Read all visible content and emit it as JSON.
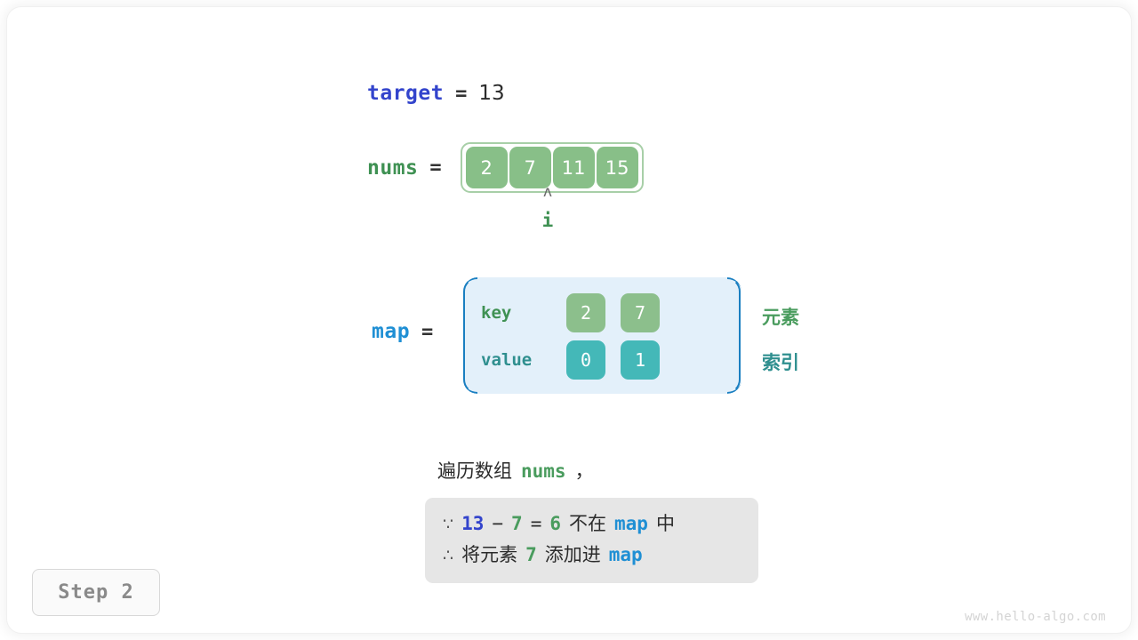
{
  "watermark": "www.hello-algo.com",
  "step_badge": {
    "label": "Step 2"
  },
  "target": {
    "name": "target",
    "equals": "=",
    "value": "13"
  },
  "nums": {
    "name": "nums",
    "equals": "=",
    "cells": [
      "2",
      "7",
      "11",
      "15"
    ],
    "pointer": {
      "caret": "ʌ",
      "name": "i",
      "index": 1
    }
  },
  "map": {
    "name": "map",
    "equals": "=",
    "key_row_label": "key",
    "value_row_label": "value",
    "keys": [
      "2",
      "7"
    ],
    "values": [
      "0",
      "1"
    ],
    "side_labels": {
      "element": "元素",
      "index": "索引"
    }
  },
  "caption": {
    "text_before": "遍历数组",
    "code": "nums",
    "text_after": "，"
  },
  "reasoning": {
    "line1": {
      "symbol": "∵",
      "a": "13",
      "minus": "−",
      "b": "7",
      "eq": "=",
      "result": "6",
      "mid": "不在",
      "code": "map",
      "tail": "中"
    },
    "line2": {
      "symbol": "∴",
      "lead": "将元素",
      "num": "7",
      "mid": "添加进",
      "code": "map"
    }
  },
  "colors": {
    "target_blue": "#3344cc",
    "nums_green": "#3f9153",
    "map_blue": "#1f8fd4",
    "array_cell": "#88bf88",
    "map_key_cell": "#8cbf8c",
    "map_value_cell": "#44b8b8",
    "map_box_bg": "#e3f0fa",
    "map_box_border": "#1a7fc1",
    "reason_box_bg": "#e6e6e6"
  }
}
